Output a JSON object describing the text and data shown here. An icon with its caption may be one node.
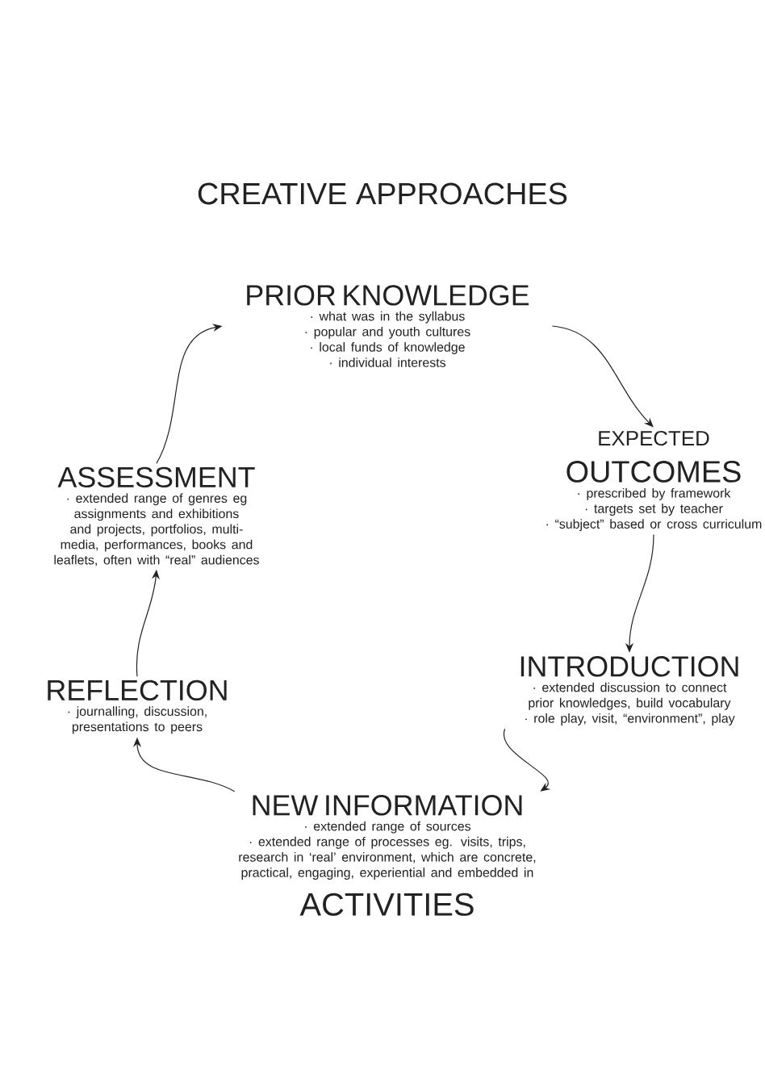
{
  "diagram": {
    "title": "CREATIVE APPROACHES",
    "nodes": [
      {
        "text": [
          "PRIOR KNOWLEDGE",
          "· what was in the syllabus",
          "· popular and youth cultures",
          "· local funds of knowledge",
          "· individual interests"
        ]
      },
      {
        "text": [
          "EXPECTED",
          "OUTCOMES",
          "· prescribed by framework",
          "· targets set by teacher",
          "· “subject” based or cross curriculum"
        ]
      },
      {
        "text": [
          "INTRODUCTION",
          "· extended discussion to connect prior knowledges, build vocabulary",
          "· role play, visit, “environment”, play"
        ]
      },
      {
        "text": [
          "NEW INFORMATION",
          "· extended range of sources",
          "· extended range of processes eg. visits, trips, research in ‘real’ environment, which are concrete, practical, engaging, experiential and embedded in",
          "ACTIVITIES"
        ]
      },
      {
        "text": [
          "REFLECTION",
          "· journalling, discussion, presentations to peers"
        ]
      },
      {
        "text": [
          "ASSESSMENT",
          "· extended range of genres eg assignments and exhibitions and projects, portfolios, multi-media, performances, books and leaflets, often with “real” audiences"
        ]
      }
    ],
    "edges": [
      {
        "from": 0,
        "to": 1,
        "arrow": "to"
      },
      {
        "from": 1,
        "to": 2,
        "arrow": "to"
      },
      {
        "from": 2,
        "to": 3,
        "arrow": "to"
      },
      {
        "from": 3,
        "to": 4,
        "arrow": "to"
      },
      {
        "from": 4,
        "to": 5,
        "arrow": "to"
      },
      {
        "from": 5,
        "to": 0,
        "arrow": "to"
      }
    ]
  }
}
